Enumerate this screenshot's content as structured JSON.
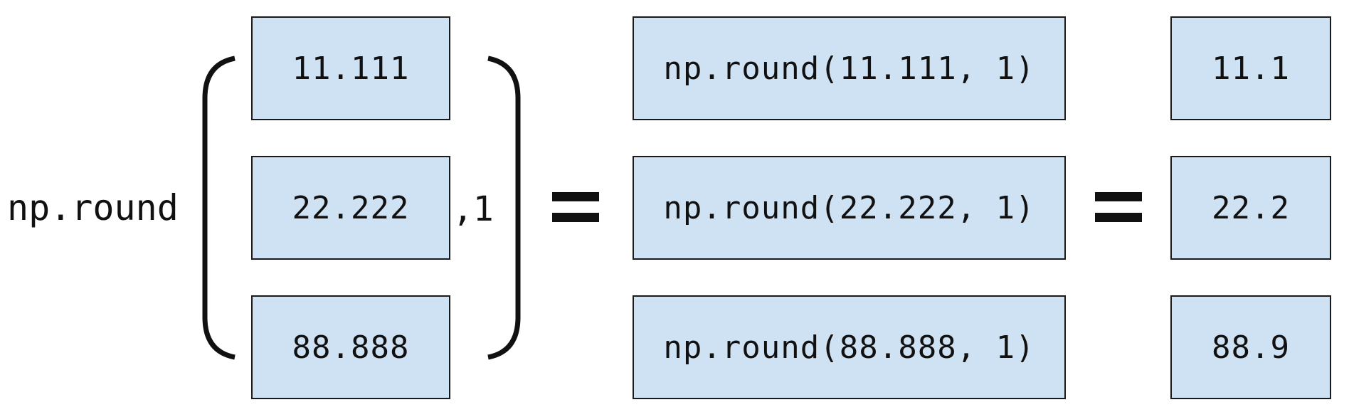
{
  "function_name": "np.round",
  "argument_suffix": ",1",
  "inputs": [
    "11.111",
    "22.222",
    "88.888"
  ],
  "expanded_calls": [
    "np.round(11.111, 1)",
    "np.round(22.222, 1)",
    "np.round(88.888, 1)"
  ],
  "results": [
    "11.1",
    "22.2",
    "88.9"
  ],
  "colors": {
    "box_fill": "#cfe2f3",
    "box_border": "#1a1a1a",
    "text": "#111111"
  },
  "icons": {
    "equals_sign": "equals-icon",
    "brackets": "parenthesis-icon"
  }
}
